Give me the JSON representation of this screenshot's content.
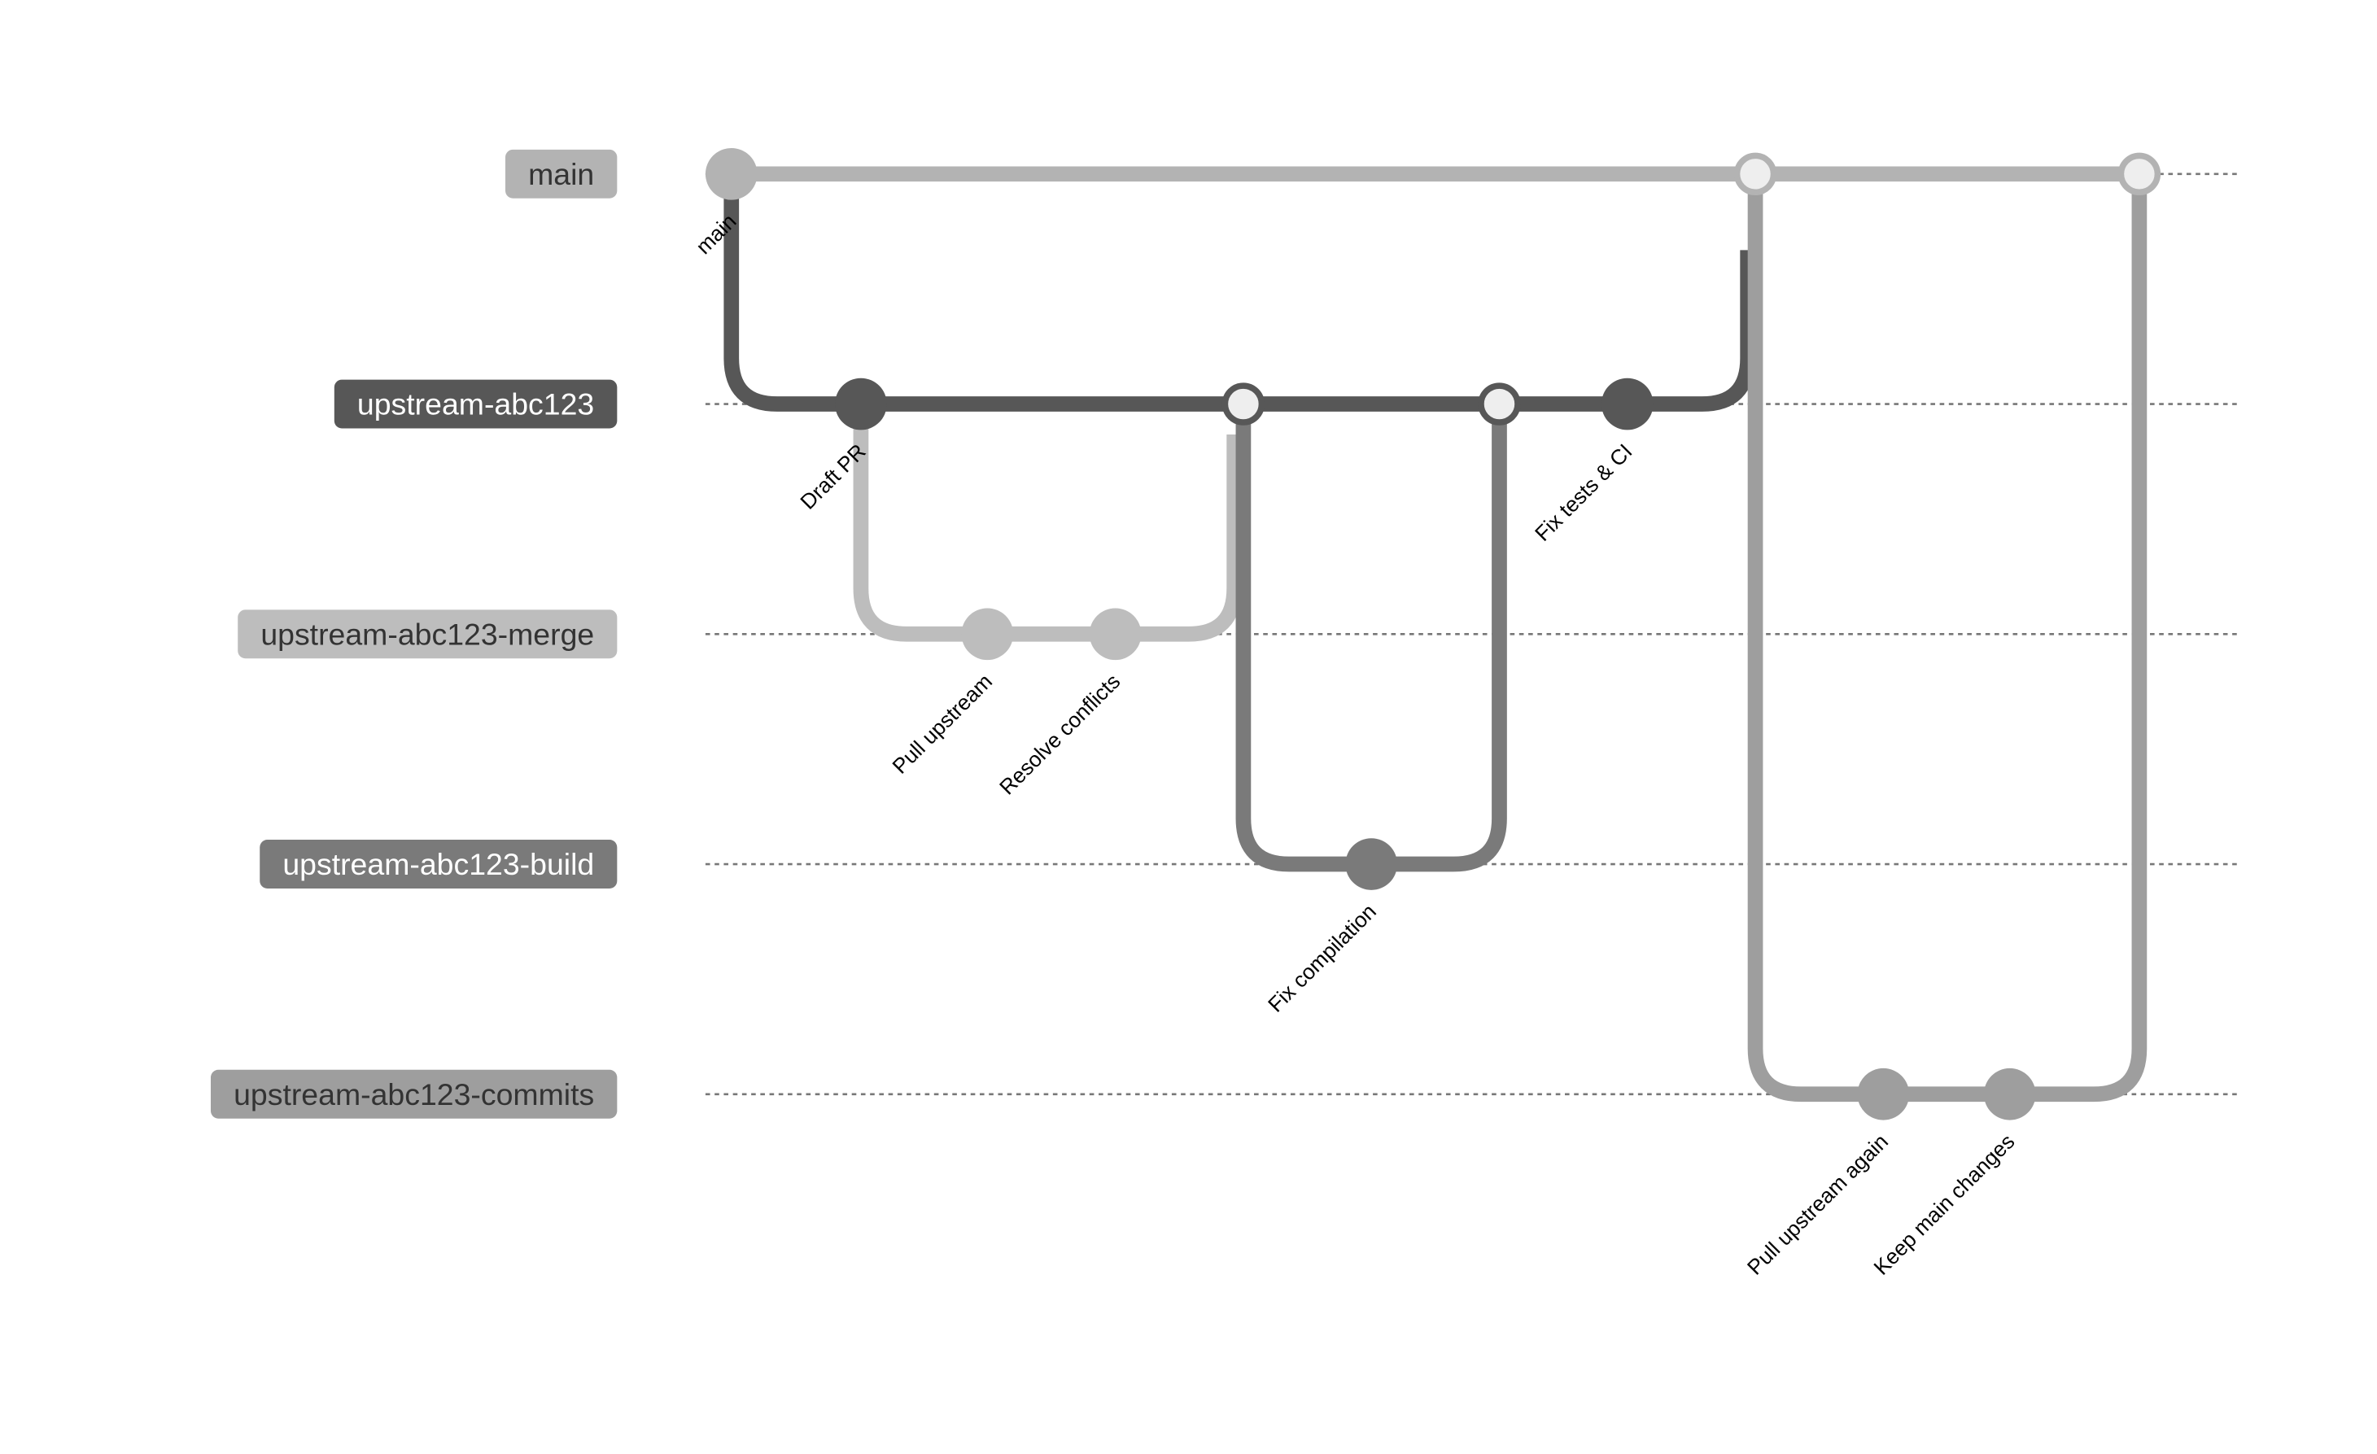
{
  "chart_data": {
    "type": "gitgraph",
    "branches": [
      {
        "name": "main",
        "color": "#b3b3b3",
        "text_color": "#333333"
      },
      {
        "name": "upstream-abc123",
        "color": "#575757",
        "text_color": "#ffffff"
      },
      {
        "name": "upstream-abc123-merge",
        "color": "#bdbdbd",
        "text_color": "#333333"
      },
      {
        "name": "upstream-abc123-build",
        "color": "#7a7a7a",
        "text_color": "#ffffff"
      },
      {
        "name": "upstream-abc123-commits",
        "color": "#9e9e9e",
        "text_color": "#333333"
      }
    ],
    "commits": [
      {
        "branch": 0,
        "seq": 0,
        "label": "main",
        "type": "normal"
      },
      {
        "branch": 1,
        "seq": 1,
        "label": "Draft PR",
        "type": "normal"
      },
      {
        "branch": 2,
        "seq": 2,
        "label": "Pull upstream",
        "type": "normal"
      },
      {
        "branch": 2,
        "seq": 3,
        "label": "Resolve conflicts",
        "type": "normal"
      },
      {
        "branch": 1,
        "seq": 4,
        "label": "",
        "type": "merge"
      },
      {
        "branch": 3,
        "seq": 5,
        "label": "Fix compilation",
        "type": "normal"
      },
      {
        "branch": 1,
        "seq": 6,
        "label": "",
        "type": "merge"
      },
      {
        "branch": 1,
        "seq": 7,
        "label": "Fix tests & CI",
        "type": "normal"
      },
      {
        "branch": 0,
        "seq": 8,
        "label": "",
        "type": "merge"
      },
      {
        "branch": 4,
        "seq": 9,
        "label": "Pull upstream again",
        "type": "normal"
      },
      {
        "branch": 4,
        "seq": 10,
        "label": "Keep main changes",
        "type": "normal"
      },
      {
        "branch": 0,
        "seq": 11,
        "label": "",
        "type": "merge"
      }
    ]
  }
}
